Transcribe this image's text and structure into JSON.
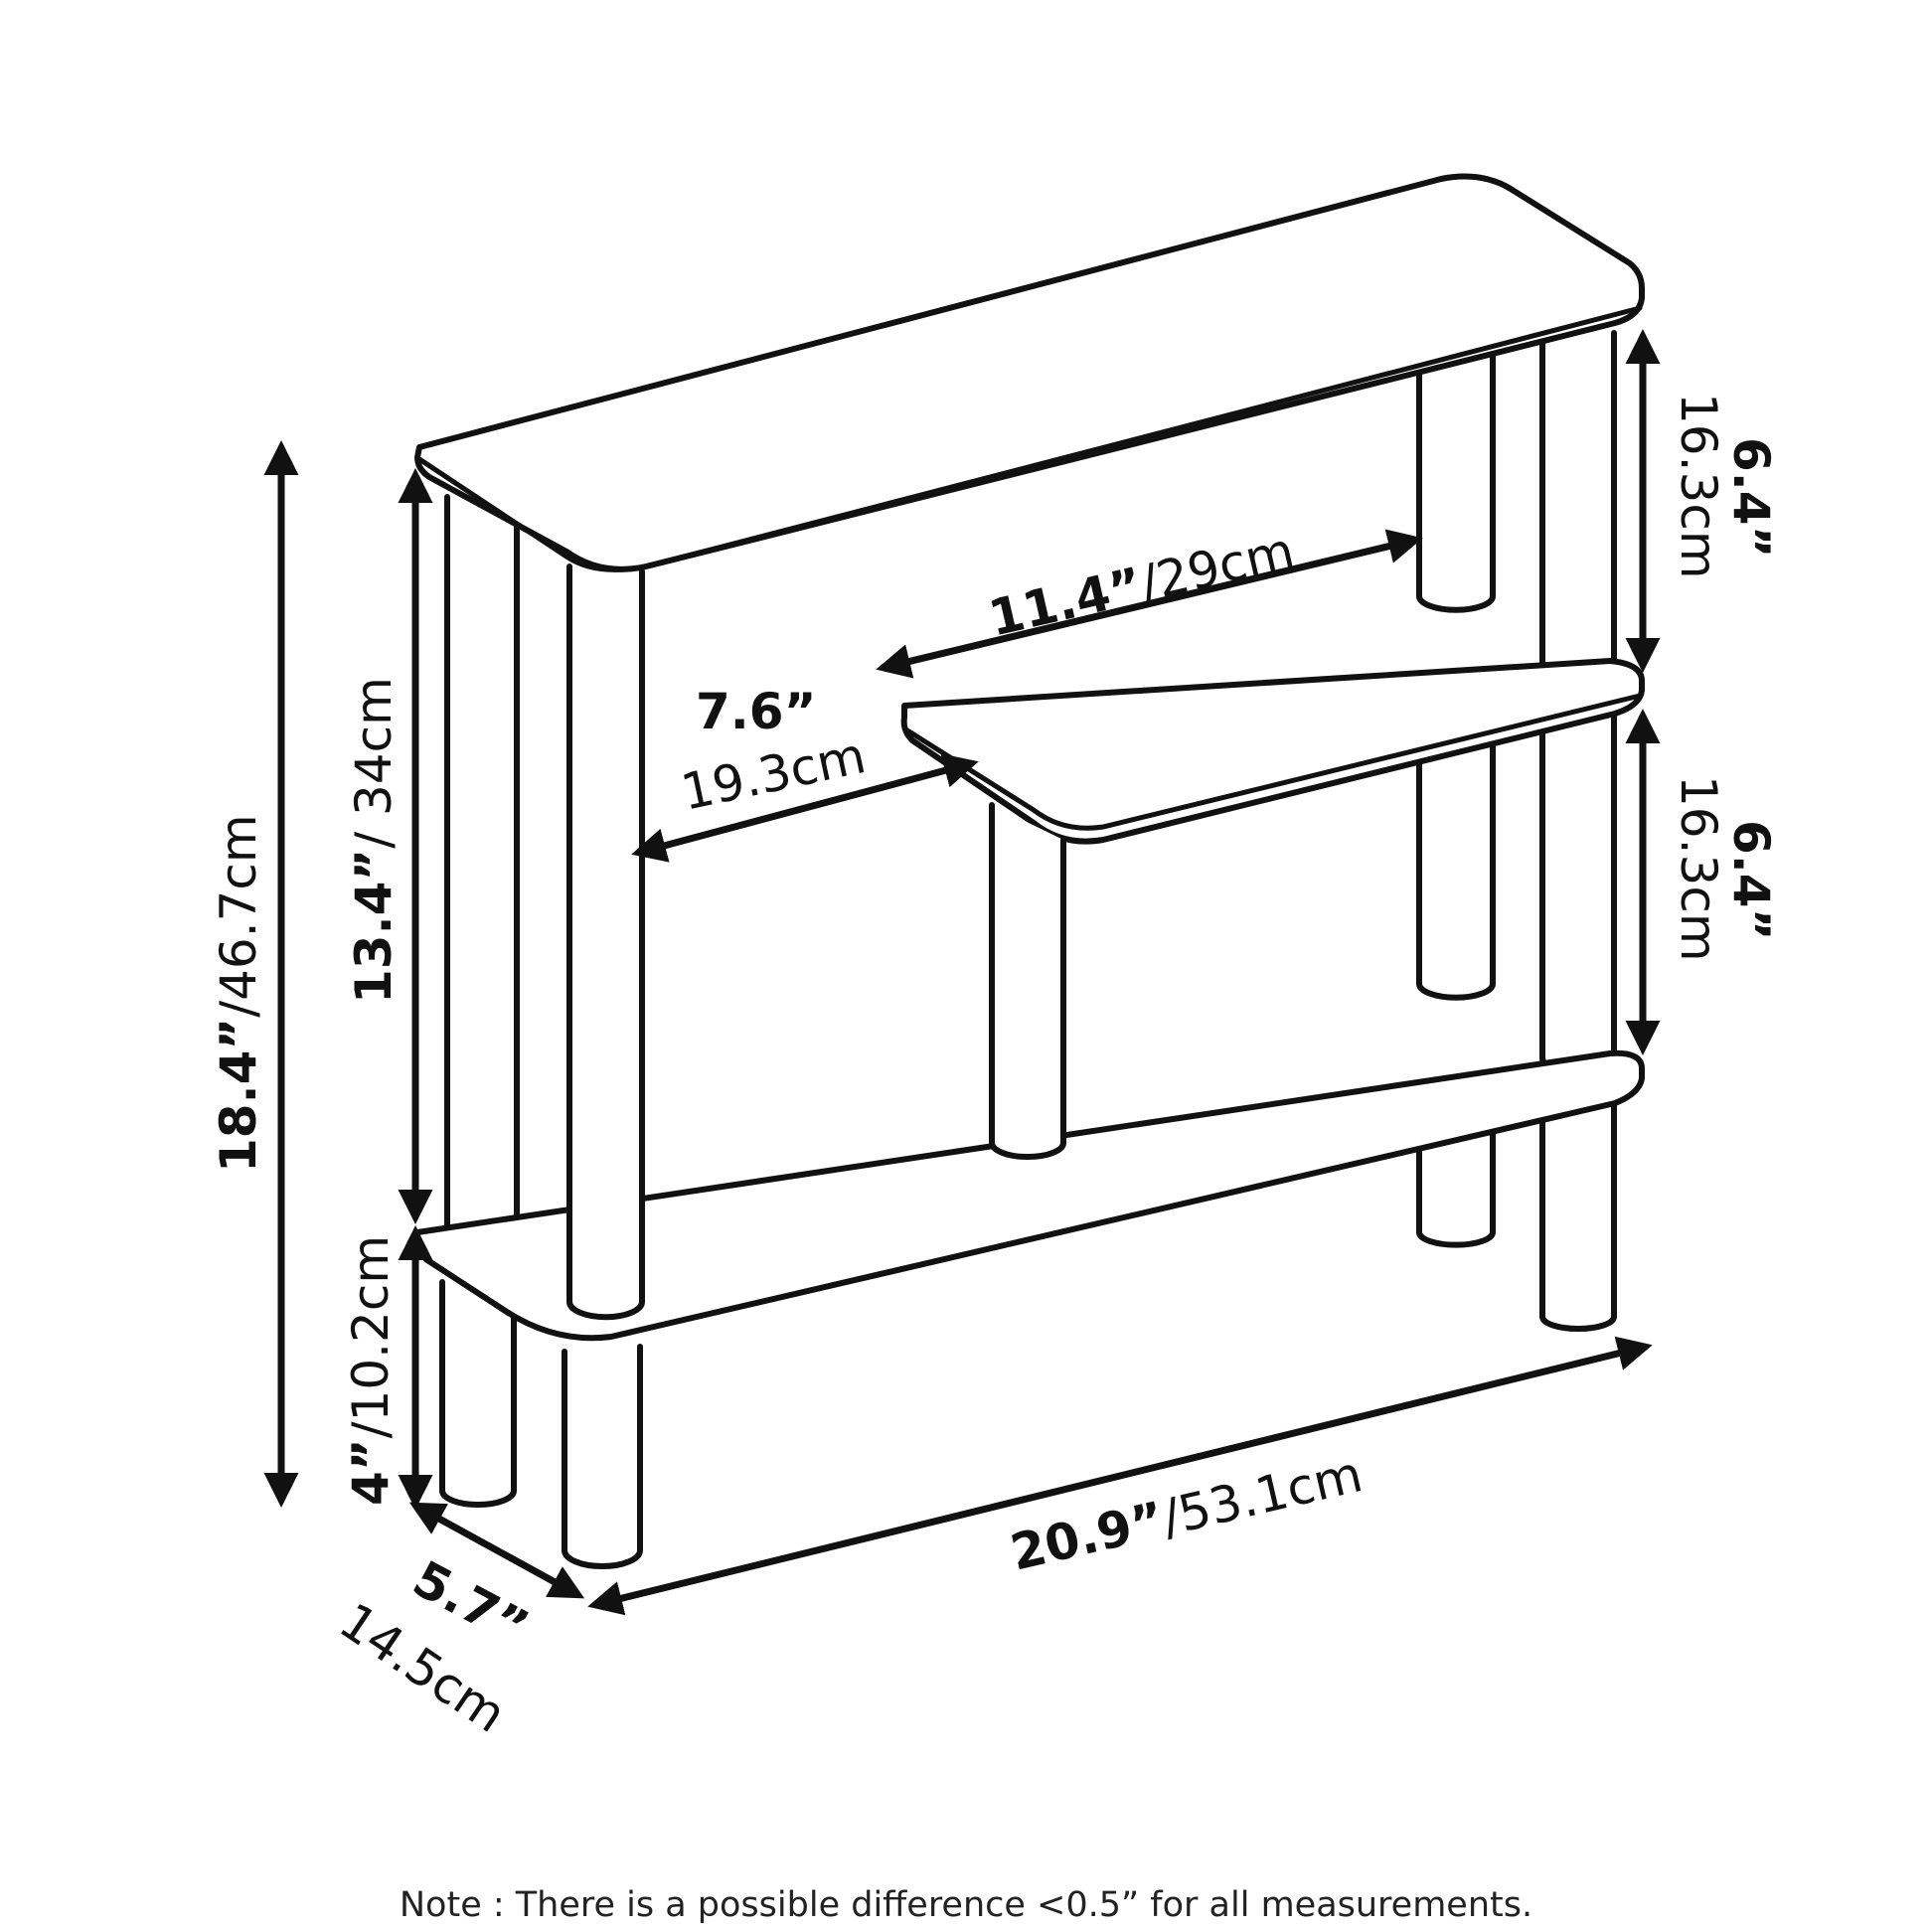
{
  "dimensions": {
    "overall_height": {
      "imperial": "18.4”",
      "metric": "/46.7cm"
    },
    "shelf_span": {
      "imperial": "13.4”",
      "metric": "/ 34cm"
    },
    "leg_height": {
      "imperial": "4”",
      "metric": "/10.2cm"
    },
    "depth": {
      "imperial": "5.7”",
      "metric": "14.5cm"
    },
    "width": {
      "imperial": "20.9”",
      "metric": "/53.1cm"
    },
    "inner_depth": {
      "imperial": "7.6”",
      "metric": "19.3cm"
    },
    "inner_width": {
      "imperial": "11.4”",
      "metric": "/29cm"
    },
    "upper_gap": {
      "imperial": "6.4”",
      "metric": "16.3cm"
    },
    "lower_gap": {
      "imperial": "6.4”",
      "metric": "16.3cm"
    }
  },
  "note": "Note : There is a possible difference <0.5” for all measurements."
}
